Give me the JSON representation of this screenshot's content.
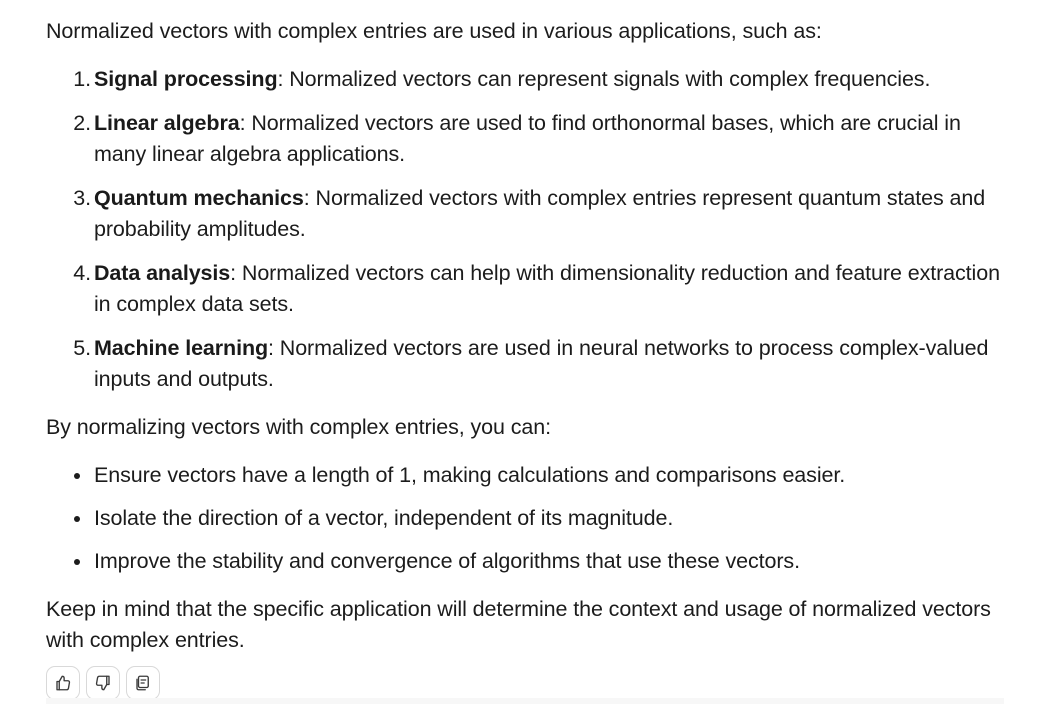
{
  "message": {
    "intro": "Normalized vectors with complex entries are used in various applications, such as:",
    "applications": [
      {
        "term": "Signal processing",
        "text": ": Normalized vectors can represent signals with complex frequencies."
      },
      {
        "term": "Linear algebra",
        "text": ": Normalized vectors are used to find orthonormal bases, which are crucial in many linear algebra applications."
      },
      {
        "term": "Quantum mechanics",
        "text": ": Normalized vectors with complex entries represent quantum states and probability amplitudes."
      },
      {
        "term": "Data analysis",
        "text": ": Normalized vectors can help with dimensionality reduction and feature extraction in complex data sets."
      },
      {
        "term": "Machine learning",
        "text": ": Normalized vectors are used in neural networks to process complex-valued inputs and outputs."
      }
    ],
    "benefits_intro": "By normalizing vectors with complex entries, you can:",
    "benefits": [
      "Ensure vectors have a length of 1, making calculations and comparisons easier.",
      "Isolate the direction of a vector, independent of its magnitude.",
      "Improve the stability and convergence of algorithms that use these vectors."
    ],
    "closing": "Keep in mind that the specific application will determine the context and usage of normalized vectors with complex entries."
  },
  "feedback": {
    "icons": [
      "thumbs-up-icon",
      "thumbs-down-icon",
      "copy-icon"
    ]
  }
}
